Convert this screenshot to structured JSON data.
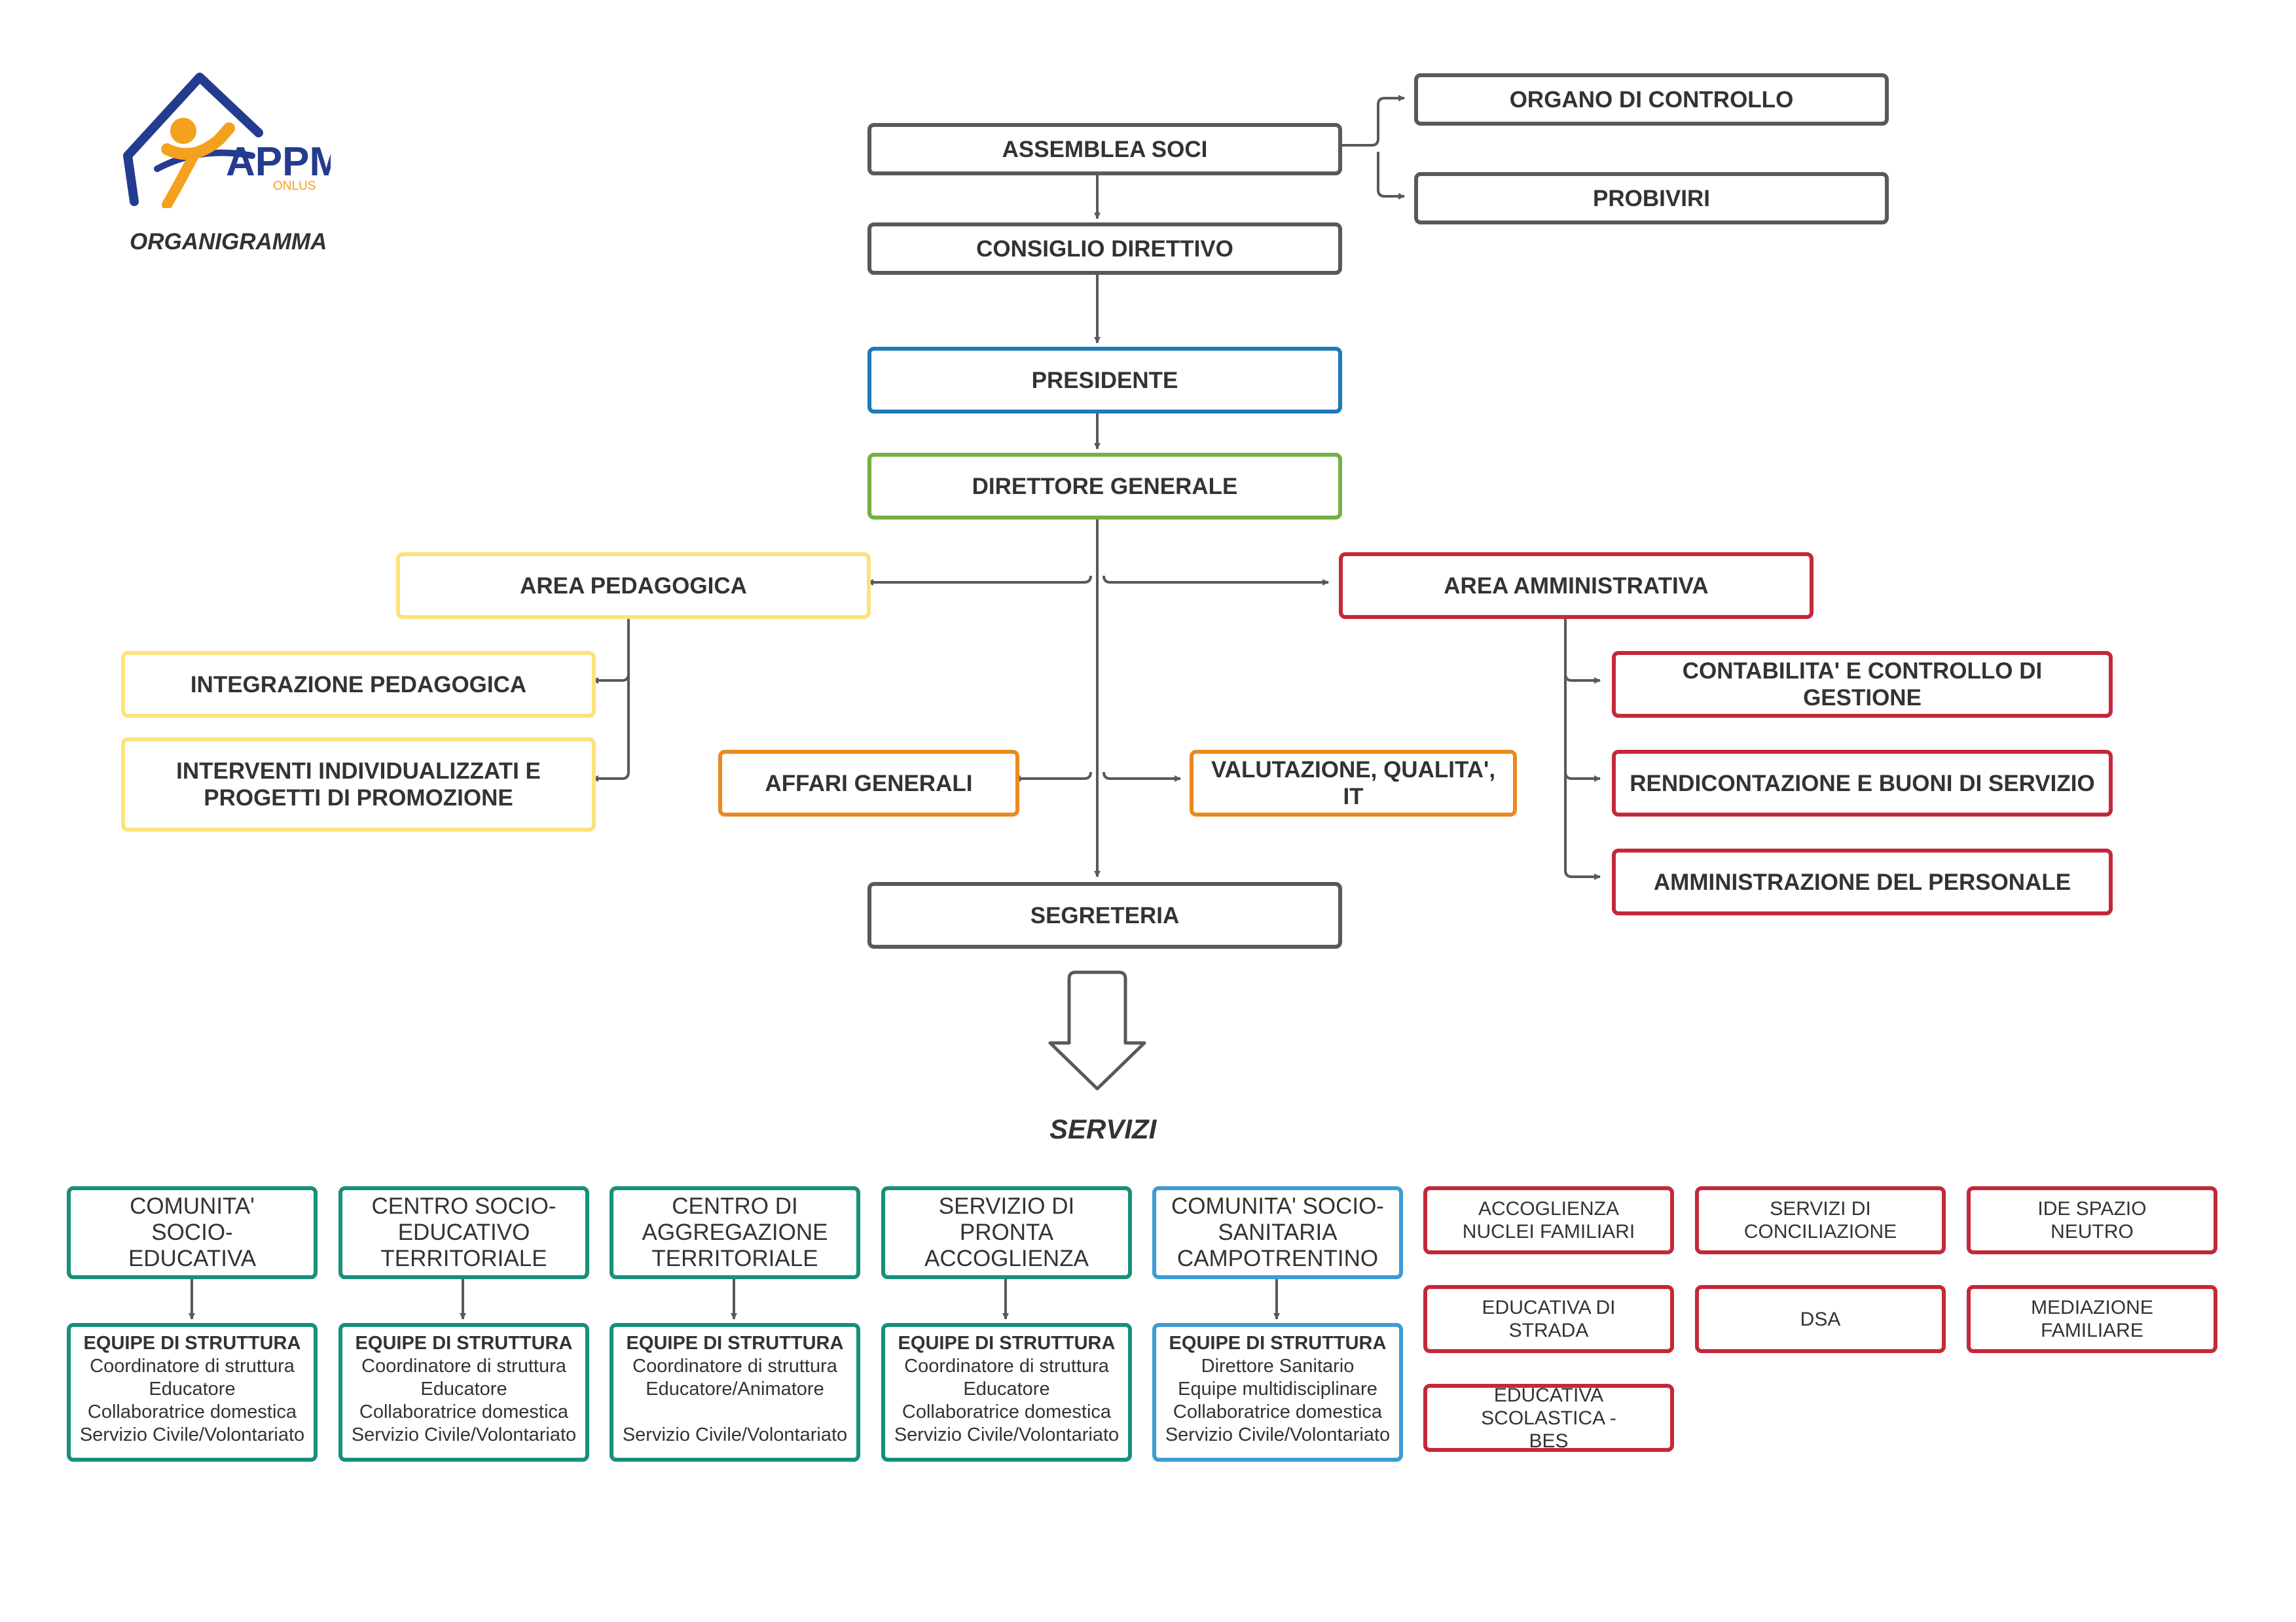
{
  "logo": {
    "brand": "APPM",
    "sub": "ONLUS",
    "primary_color": "#243c8f",
    "accent_color": "#f4a11d"
  },
  "header": {
    "title": "ORGANIGRAMMA"
  },
  "nodes": {
    "assemblea": "ASSEMBLEA SOCI",
    "organo": "ORGANO DI CONTROLLO",
    "probiviri": "PROBIVIRI",
    "consiglio": "CONSIGLIO DIRETTIVO",
    "presidente": "PRESIDENTE",
    "direttore": "DIRETTORE GENERALE",
    "area_ped": "AREA PEDAGOGICA",
    "area_amm": "AREA AMMINISTRATIVA",
    "integrazione": "INTEGRAZIONE PEDAGOGICA",
    "interventi": "INTERVENTI INDIVIDUALIZZATI E PROGETTI DI PROMOZIONE",
    "affari": "AFFARI GENERALI",
    "valutazione": "VALUTAZIONE, QUALITA', IT",
    "contabilita": "CONTABILITA' E CONTROLLO DI GESTIONE",
    "rendicontazione": "RENDICONTAZIONE E BUONI DI SERVIZIO",
    "personale": "AMMINISTRAZIONE DEL PERSONALE",
    "segreteria": "SEGRETERIA"
  },
  "servizi_title": "SERVIZI",
  "services": [
    {
      "name": "COMUNITA' SOCIO-EDUCATIVA",
      "team_title": "EQUIPE DI STRUTTURA",
      "team": [
        "Coordinatore di struttura",
        "Educatore",
        "Collaboratrice domestica",
        "Servizio Civile/Volontariato"
      ]
    },
    {
      "name": "CENTRO SOCIO-EDUCATIVO TERRITORIALE",
      "team_title": "EQUIPE DI STRUTTURA",
      "team": [
        "Coordinatore di struttura",
        "Educatore",
        "Collaboratrice domestica",
        "Servizio Civile/Volontariato"
      ]
    },
    {
      "name": "CENTRO DI AGGREGAZIONE TERRITORIALE",
      "team_title": "EQUIPE DI STRUTTURA",
      "team": [
        "Coordinatore di struttura",
        "Educatore/Animatore",
        "",
        "Servizio Civile/Volontariato"
      ]
    },
    {
      "name": "SERVIZIO DI PRONTA ACCOGLIENZA",
      "team_title": "EQUIPE DI STRUTTURA",
      "team": [
        "Coordinatore di struttura",
        "Educatore",
        "Collaboratrice domestica",
        "Servizio Civile/Volontariato"
      ]
    },
    {
      "name": "COMUNITA' SOCIO-SANITARIA CAMPOTRENTINO",
      "team_title": "EQUIPE DI STRUTTURA",
      "team": [
        "Direttore Sanitario",
        "Equipe multidisciplinare",
        "Collaboratrice domestica",
        "Servizio Civile/Volontariato"
      ]
    }
  ],
  "other_services": [
    "ACCOGLIENZA NUCLEI FAMILIARI",
    "SERVIZI DI CONCILIAZIONE",
    "IDE SPAZIO NEUTRO",
    "EDUCATIVA DI STRADA",
    "DSA",
    "MEDIAZIONE FAMILIARE",
    "EDUCATIVA SCOLASTICA - BES"
  ]
}
